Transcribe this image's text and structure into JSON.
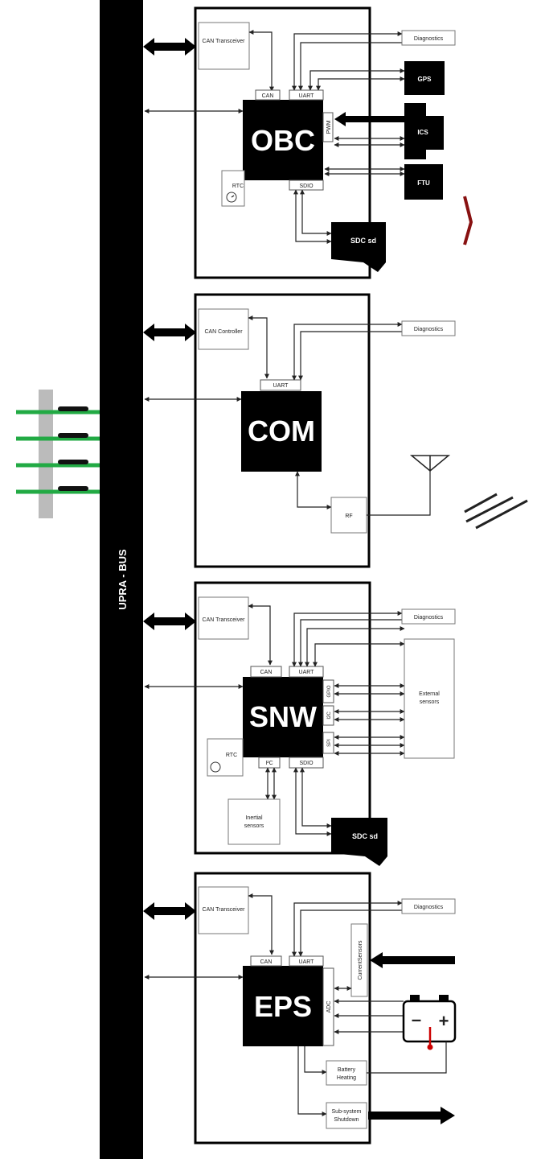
{
  "bus": {
    "label": "UPRA - BUS"
  },
  "obc": {
    "title": "OBC",
    "can_block": "CAN Transceiver",
    "ports": {
      "can": "CAN",
      "uart": "UART",
      "pwm": "PWM",
      "sdio": "SDIO"
    },
    "rtc": "RTC",
    "diagnostics": "Diagnostics",
    "gps": "GPS",
    "ics": "ICS",
    "ftu": "FTU",
    "sd": "SDC sd"
  },
  "com": {
    "title": "COM",
    "can_block": "CAN Controller",
    "ports": {
      "uart": "UART"
    },
    "rf": "RF",
    "diagnostics": "Diagnostics"
  },
  "snw": {
    "title": "SNW",
    "can_block": "CAN Transceiver",
    "ports": {
      "can": "CAN",
      "uart": "UART",
      "gpio": "GPIO",
      "i2c": "I2C",
      "spi": "SPI",
      "i2c_bottom": "I²C",
      "sdio": "SDIO"
    },
    "rtc": "RTC",
    "diagnostics": "Diagnostics",
    "external_sensors": [
      "External",
      "sensors"
    ],
    "inertial_sensors": [
      "Inertial",
      "sensors"
    ],
    "sd": "SDC sd"
  },
  "eps": {
    "title": "EPS",
    "can_block": "CAN Transceiver",
    "ports": {
      "can": "CAN",
      "uart": "UART",
      "adc": "ADC"
    },
    "current_sensors": "CurrentSensors",
    "diagnostics": "Diagnostics",
    "battery_heating": [
      "Battery",
      "Heating"
    ],
    "subsystem_shutdown": [
      "Sub-system",
      "Shutdown"
    ],
    "battery_minus": "–",
    "battery_plus": "+"
  },
  "colors": {
    "bus": "#000000",
    "module": "#000000",
    "pcb_trace": "#22aa44",
    "pcb_board": "#bbbbbb",
    "thermo": "#cc0000"
  }
}
